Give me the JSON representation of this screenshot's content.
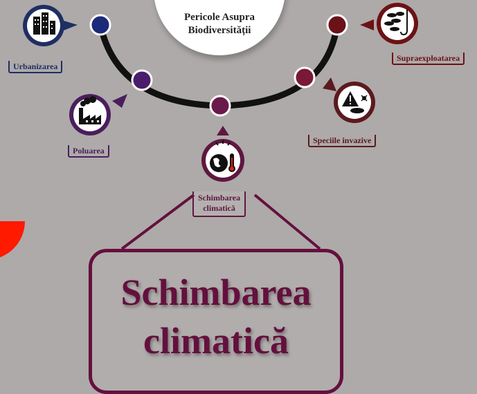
{
  "title": {
    "line1": "Pericole Asupra",
    "line2": "Biodiversității"
  },
  "threats": [
    {
      "label": "Urbanizarea",
      "icon": "city-buildings-icon",
      "color": "#1f2e63"
    },
    {
      "label": "Poluarea",
      "icon": "factory-icon",
      "color": "#4a1e5c"
    },
    {
      "label": "Schimbarea climatică",
      "line1": "Schimbarea",
      "line2": "climatică",
      "icon": "globe-thermometer-icon",
      "color": "#5e1740"
    },
    {
      "label": "Speciile invazive",
      "icon": "invasive-species-warning-icon",
      "color": "#5b1a1e"
    },
    {
      "label": "Supraexploatarea",
      "icon": "fish-hook-icon",
      "color": "#6b1216"
    }
  ],
  "highlight": {
    "line1": "Schimbarea",
    "line2": "climatică",
    "color": "#64103e"
  },
  "colors": {
    "background": "#aeaaa9",
    "arc": "#111111",
    "accent_red": "#ff1a00"
  }
}
